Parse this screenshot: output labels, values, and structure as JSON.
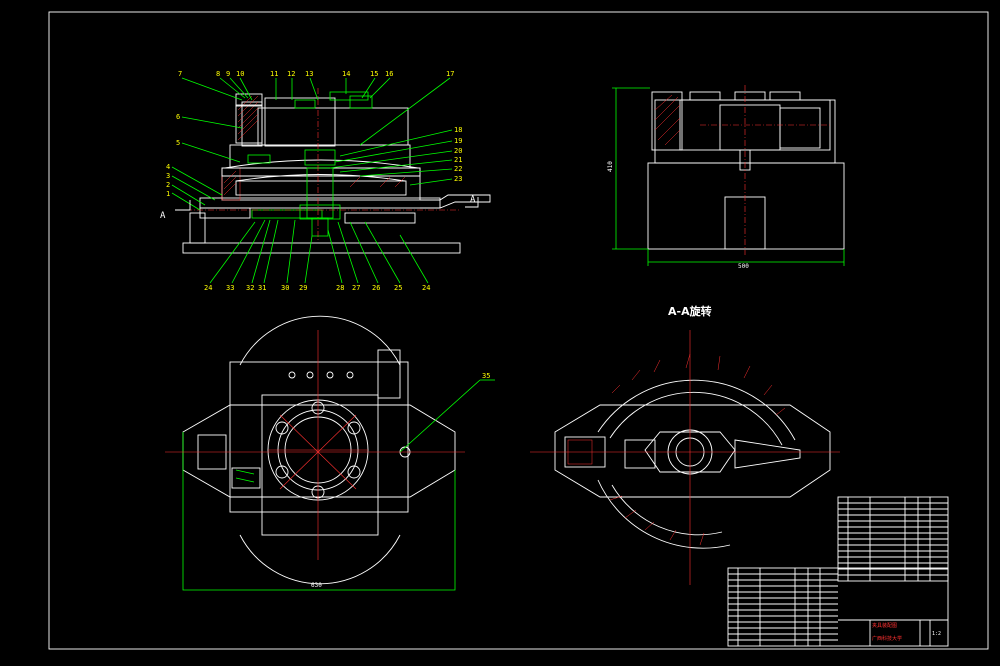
{
  "colors": {
    "background": "#000000",
    "outline": "#ffffff",
    "leader": "#00ff00",
    "centerline": "#ff3030",
    "label": "#ffff00"
  },
  "front_view": {
    "labels_top": [
      "7",
      "8",
      "9",
      "10",
      "11",
      "12",
      "13",
      "14",
      "15",
      "16",
      "17"
    ],
    "labels_left": [
      "6",
      "5",
      "4",
      "3",
      "2",
      "1"
    ],
    "labels_right": [
      "18",
      "19",
      "20",
      "21",
      "22",
      "23"
    ],
    "labels_bottom": [
      "24",
      "33",
      "32",
      "31",
      "30",
      "29",
      "28",
      "27",
      "26",
      "25",
      "24"
    ],
    "section_mark": "A",
    "section_mark_right": "A"
  },
  "side_view": {
    "height_dim": "410",
    "width_dim": "500"
  },
  "top_view": {
    "label_35": "35",
    "width_dim": "630"
  },
  "section_view": {
    "title": "A-A旋转"
  },
  "title_block": {
    "drawing_name": "夹具装配图",
    "school": "广西科技大学",
    "scale": "1:2"
  }
}
